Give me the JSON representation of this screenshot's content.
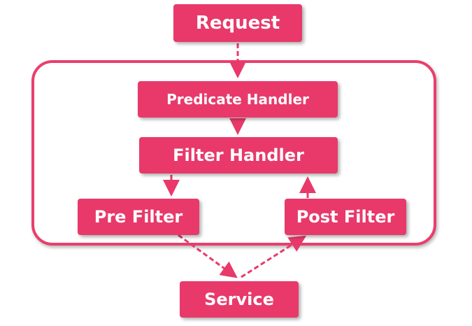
{
  "nodes": {
    "request": "Request",
    "predicate_handler": "Predicate Handler",
    "filter_handler": "Filter Handler",
    "pre_filter": "Pre Filter",
    "post_filter": "Post Filter",
    "service": "Service"
  },
  "colors": {
    "node_fill": "#e8396a",
    "container_border": "#ea3e6c",
    "arrow": "#e8396a",
    "text": "#ffffff"
  }
}
